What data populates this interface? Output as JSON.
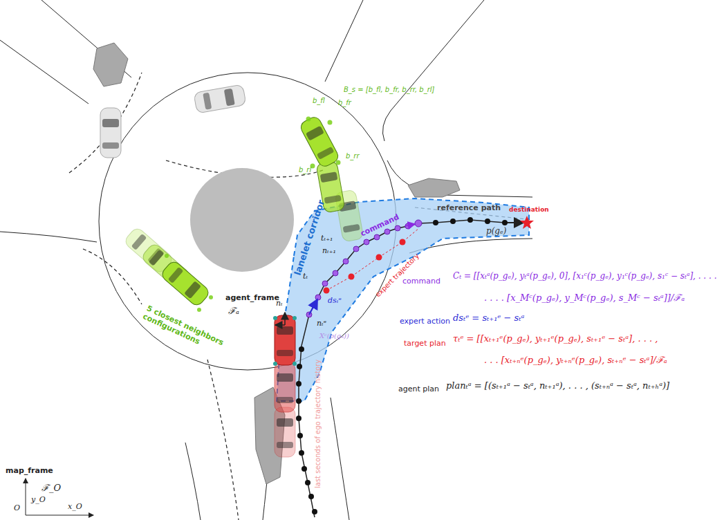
{
  "diagram": {
    "labels": [
      "B_s = [b_fl, b_fr, b_rr, b_rl]",
      "b_fl",
      "b_fr",
      "b_rr",
      "b_rl",
      "reference path",
      "destination",
      "p(gₑ)",
      "lanelet corridor",
      "command",
      "expert trajectory",
      "tₜ₊₁",
      "nₜ₊₁",
      "tₜ",
      "dsₜᵉ",
      "nₜᵉ",
      "nₜ",
      "Xᶜ(p(gₑ))",
      "agent_frame",
      "ℱₐ",
      "5 closest neighbors configurations",
      "last seconds of ego trajectory history",
      "map_frame",
      "ℱ_O",
      "y_O",
      "x_O",
      "O",
      "command",
      "Cₜ = [[xₜᵃ(p_gₑ), yₜᵃ(p_gₑ), 0], [x₁ᶜ(p_gₑ), y₁ᶜ(p_gₑ), s₁ᶜ − sₜᵃ], . . . .",
      ". . . . [x_Mᶜ(p_gₑ), y_Mᶜ(p_gₑ), s_Mᶜ − sₜᵃ]]/ℱₐ",
      "expert action",
      "dsₜᵉ = sₜ₊₁ᵉ − sₜᵃ",
      "target plan",
      "τₜᵉ = [[xₜ₊₁ᵉ(p_gₑ), yₜ₊₁ᵉ(p_gₑ), sₜ₊₁ᵉ − sₜᵃ], . . . ,",
      ". . . [xₜ₊ₙᵉ(p_gₑ), yₜ₊ₙᵉ(p_gₑ), sₜ₊ₙᵉ − sₜᵃ]/ℱₐ",
      "agent plan",
      "planₜᵃ = [(sₜ₊₁ᵃ − sₜᵃ, nₜ₊₁ᵃ), . . . , (sₜ₊ₙᵃ − sₜᵃ, nₜ₊ₕᵃ)]"
    ]
  }
}
